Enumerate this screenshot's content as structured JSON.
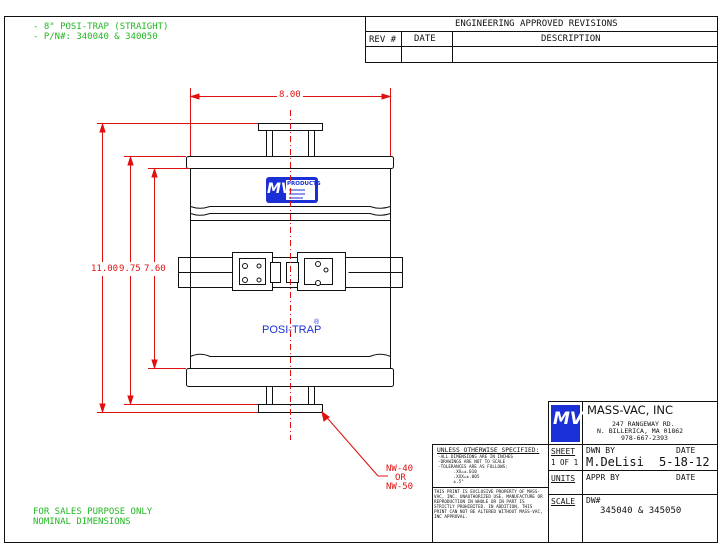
{
  "notes": {
    "line1": "- 8\" POSI-TRAP (STRAIGHT)",
    "line2": "- P/N#: 340040 & 340050",
    "bottom1": "FOR SALES PURPOSE ONLY",
    "bottom2": "NOMINAL DIMENSIONS"
  },
  "revisions": {
    "title": "ENGINEERING APPROVED REVISIONS",
    "col_rev": "REV #",
    "col_date": "DATE",
    "col_desc": "DESCRIPTION"
  },
  "dimensions": {
    "width": "8.00",
    "h1": "11.00",
    "h2": "9.75",
    "h3": "7.60",
    "flange_1": "NW-40",
    "flange_or": "OR",
    "flange_2": "NW-50"
  },
  "product": {
    "logo_mv": "MV",
    "logo_text": "PRODUCTS",
    "name": "POSI-TRAP",
    "registered": "®"
  },
  "title_block": {
    "company": "MASS-VAC, INC",
    "address1": "247 RANGEWAY RD.",
    "address2": "N. BILLERICA, MA 01862",
    "phone": "978-667-2393",
    "logo": "MV",
    "unless": "UNLESS OTHERWISE SPECIFIED:",
    "spec_lines": "-ALL DIMENSIONS ARE IN INCHES\n-DRAWINGS ARE NOT TO SCALE\n-TOLERANCES ARE AS FOLLOWS:\n      .XX=±.010\n      .XXX=±.005\n      ±.5°",
    "property": "THIS PRINT IS EXCLUSIVE PROPERTY OF MASS-VAC, INC. UNAUTHORIZED USE, MANUFACTURE OR REPRODUCTION IN WHOLE OR IN PART IS STRICTLY PROHIBITED. IN ADDITION, THIS PRINT CAN NOT BE ALTERED WITHOUT MASS-VAC, INC APPROVAL.",
    "sheet_label": "SHEET",
    "sheet_value": "1 OF 1",
    "units_label": "UNITS",
    "scale_label": "SCALE",
    "dwn_by_label": "DWN BY",
    "date_label": "DATE",
    "dwn_by_value": "M.DeLisi",
    "dwn_date_value": "5-18-12",
    "appr_by_label": "APPR BY",
    "appr_date_label": "DATE",
    "dwg_label": "DW#",
    "dwg_value": "345040 & 345050"
  },
  "colors": {
    "dimension": "#e01010",
    "notes": "#22b822",
    "logo": "#1a2fd6",
    "lines": "#111111"
  }
}
